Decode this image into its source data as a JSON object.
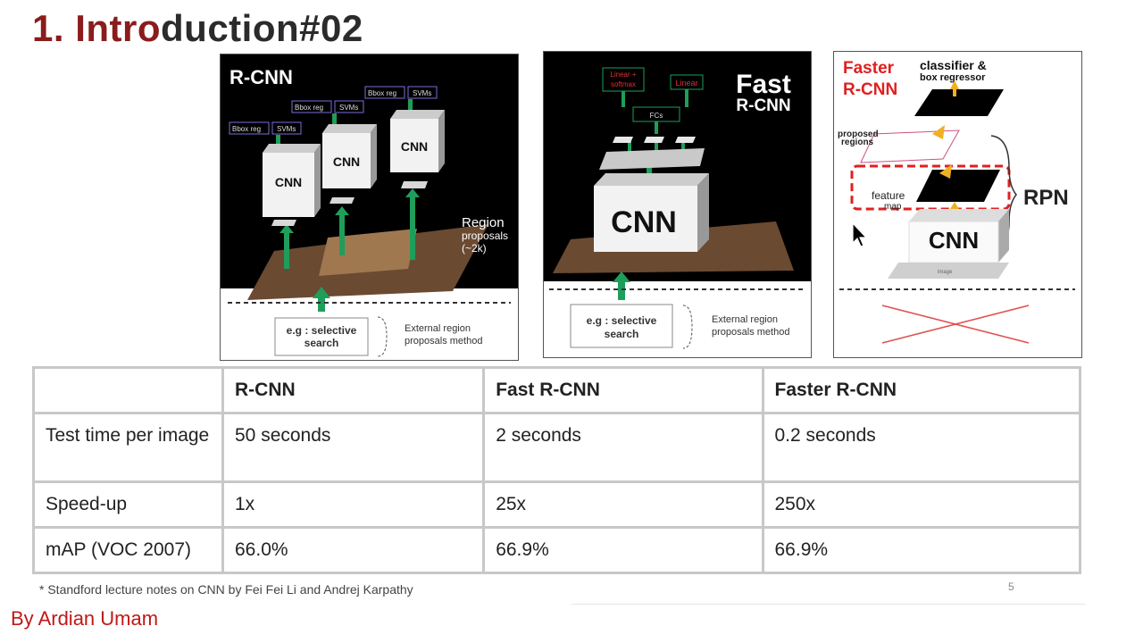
{
  "slide": {
    "title_part1": "1. Intro",
    "title_part2": "duction#02",
    "footnote": "* Standford lecture notes on CNN by Fei Fei Li and Andrej Karpathy",
    "page_number": "5",
    "author": "By Ardian Umam"
  },
  "figures": {
    "rcnn": {
      "title": "R-CNN",
      "bbox_label": "Bbox reg",
      "svm_label": "SVMs",
      "cnn_label": "CNN",
      "region_label": "Region",
      "proposals_label": "proposals",
      "count_label": "(~2k)",
      "selective_line1": "e.g : selective",
      "selective_line2": "search",
      "external_line1": "External region",
      "external_line2": "proposals method"
    },
    "fast": {
      "title_line1": "Fast",
      "title_line2": "R-CNN",
      "softmax_line1": "Linear +",
      "softmax_line2": "softmax",
      "linear_label": "Linear",
      "fcs_label": "FCs",
      "cnn_label": "CNN",
      "selective_line1": "e.g : selective",
      "selective_line2": "search",
      "external_line1": "External region",
      "external_line2": "proposals method"
    },
    "faster": {
      "title_line1": "Faster",
      "title_line2": "R-CNN",
      "classifier_line1": "classifier &",
      "classifier_line2": "box regressor",
      "proposed_line1": "proposed",
      "proposed_line2": "regions",
      "feature_line1": "feature",
      "feature_line2": "map",
      "rpn_label": "RPN",
      "cnn_label": "CNN",
      "image_label": "image"
    }
  },
  "table": {
    "headers": [
      "",
      "R-CNN",
      "Fast R-CNN",
      "Faster R-CNN"
    ],
    "rows": [
      {
        "label": "Test time per image",
        "values": [
          "50 seconds",
          "2 seconds",
          "0.2 seconds"
        ]
      },
      {
        "label": "Speed-up",
        "values": [
          "1x",
          "25x",
          "250x"
        ]
      },
      {
        "label": "mAP (VOC 2007)",
        "values": [
          "66.0%",
          "66.9%",
          "66.9%"
        ]
      }
    ]
  },
  "colors": {
    "title_accent": "#8a1c1c",
    "arrow_green": "#1e9e5a",
    "author_red": "#c01818"
  }
}
